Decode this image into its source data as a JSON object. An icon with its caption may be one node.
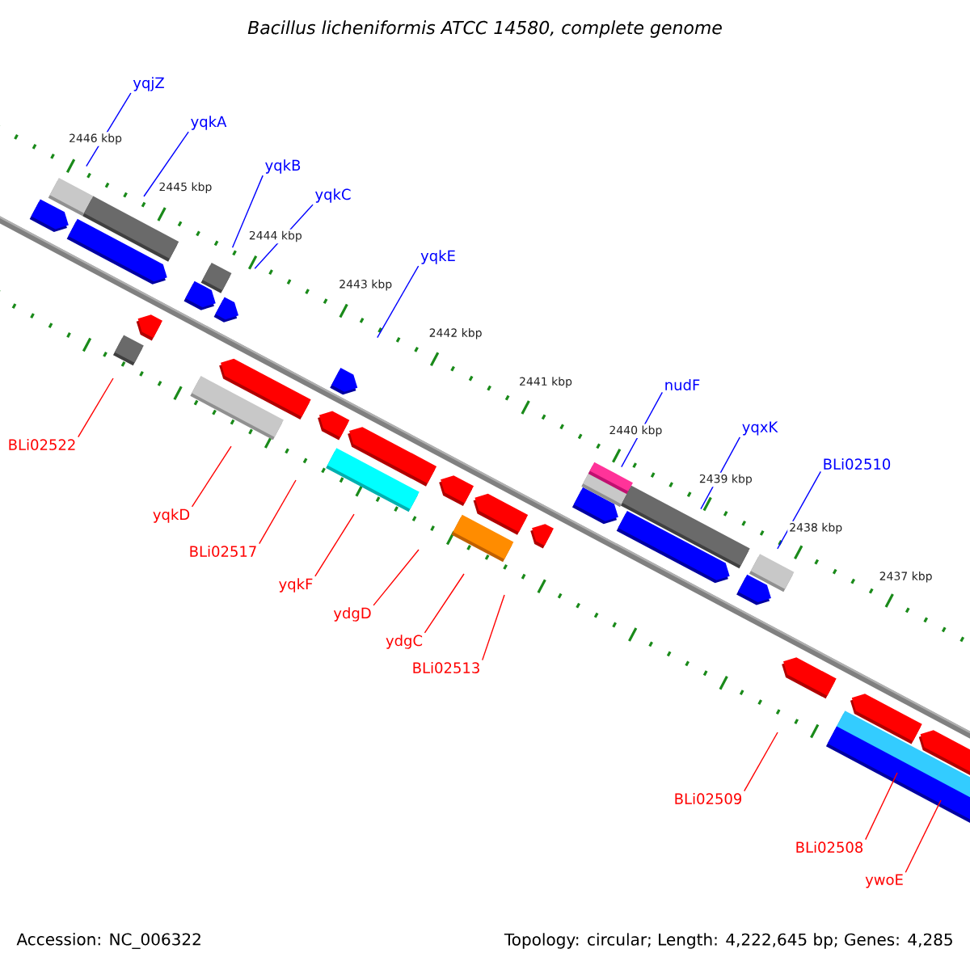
{
  "diagram": {
    "title": "Bacillus licheniformis ATCC 14580, complete genome",
    "nodes": [
      {
        "text": [
          "yqjZ"
        ]
      },
      {
        "text": [
          "yqkA"
        ]
      },
      {
        "text": [
          "yqkB"
        ]
      },
      {
        "text": [
          "yqkC"
        ]
      },
      {
        "text": [
          "yqkE"
        ]
      },
      {
        "text": [
          "nudF"
        ]
      },
      {
        "text": [
          "yqxK"
        ]
      },
      {
        "text": [
          "BLi02510"
        ]
      },
      {
        "text": [
          "BLi02522"
        ]
      },
      {
        "text": [
          "yqkD"
        ]
      },
      {
        "text": [
          "BLi02517"
        ]
      },
      {
        "text": [
          "yqkF"
        ]
      },
      {
        "text": [
          "ydgD"
        ]
      },
      {
        "text": [
          "ydgC"
        ]
      },
      {
        "text": [
          "BLi02513"
        ]
      },
      {
        "text": [
          "BLi02509"
        ]
      },
      {
        "text": [
          "BLi02508"
        ]
      },
      {
        "text": [
          "ywoE"
        ]
      }
    ],
    "edges": [
      {
        "from": 0,
        "to": null,
        "arrow": "none",
        "color": "#0000ff"
      },
      {
        "from": 1,
        "to": null,
        "arrow": "none",
        "color": "#0000ff"
      },
      {
        "from": 2,
        "to": null,
        "arrow": "none",
        "color": "#0000ff"
      },
      {
        "from": 3,
        "to": null,
        "arrow": "none",
        "color": "#0000ff"
      },
      {
        "from": 4,
        "to": null,
        "arrow": "none",
        "color": "#0000ff"
      },
      {
        "from": 5,
        "to": null,
        "arrow": "none",
        "color": "#0000ff"
      },
      {
        "from": 6,
        "to": null,
        "arrow": "none",
        "color": "#0000ff"
      },
      {
        "from": 7,
        "to": null,
        "arrow": "none",
        "color": "#0000ff"
      },
      {
        "from": 8,
        "to": null,
        "arrow": "none"
      },
      {
        "from": 9,
        "to": null,
        "arrow": "none"
      },
      {
        "from": 10,
        "to": null,
        "arrow": "none"
      },
      {
        "from": 11,
        "to": null,
        "arrow": "none"
      },
      {
        "from": 12,
        "to": null,
        "arrow": "none"
      },
      {
        "from": 13,
        "to": null,
        "arrow": "none"
      },
      {
        "from": 14,
        "to": null,
        "arrow": "none"
      },
      {
        "from": 15,
        "to": null,
        "arrow": "none"
      },
      {
        "from": 16,
        "to": null,
        "arrow": "none"
      },
      {
        "from": 17,
        "to": null,
        "arrow": "none"
      }
    ],
    "labels": [
      "2446 kbp",
      "2445 kbp",
      "2444 kbp",
      "2443 kbp",
      "2442 kbp",
      "2441 kbp",
      "2440 kbp",
      "2439 kbp",
      "2438 kbp",
      "2437 kbp",
      "Accession: NC_006322",
      "Topology: circular; Length: 4,222,645 bp; Genes: 4,285"
    ]
  }
}
